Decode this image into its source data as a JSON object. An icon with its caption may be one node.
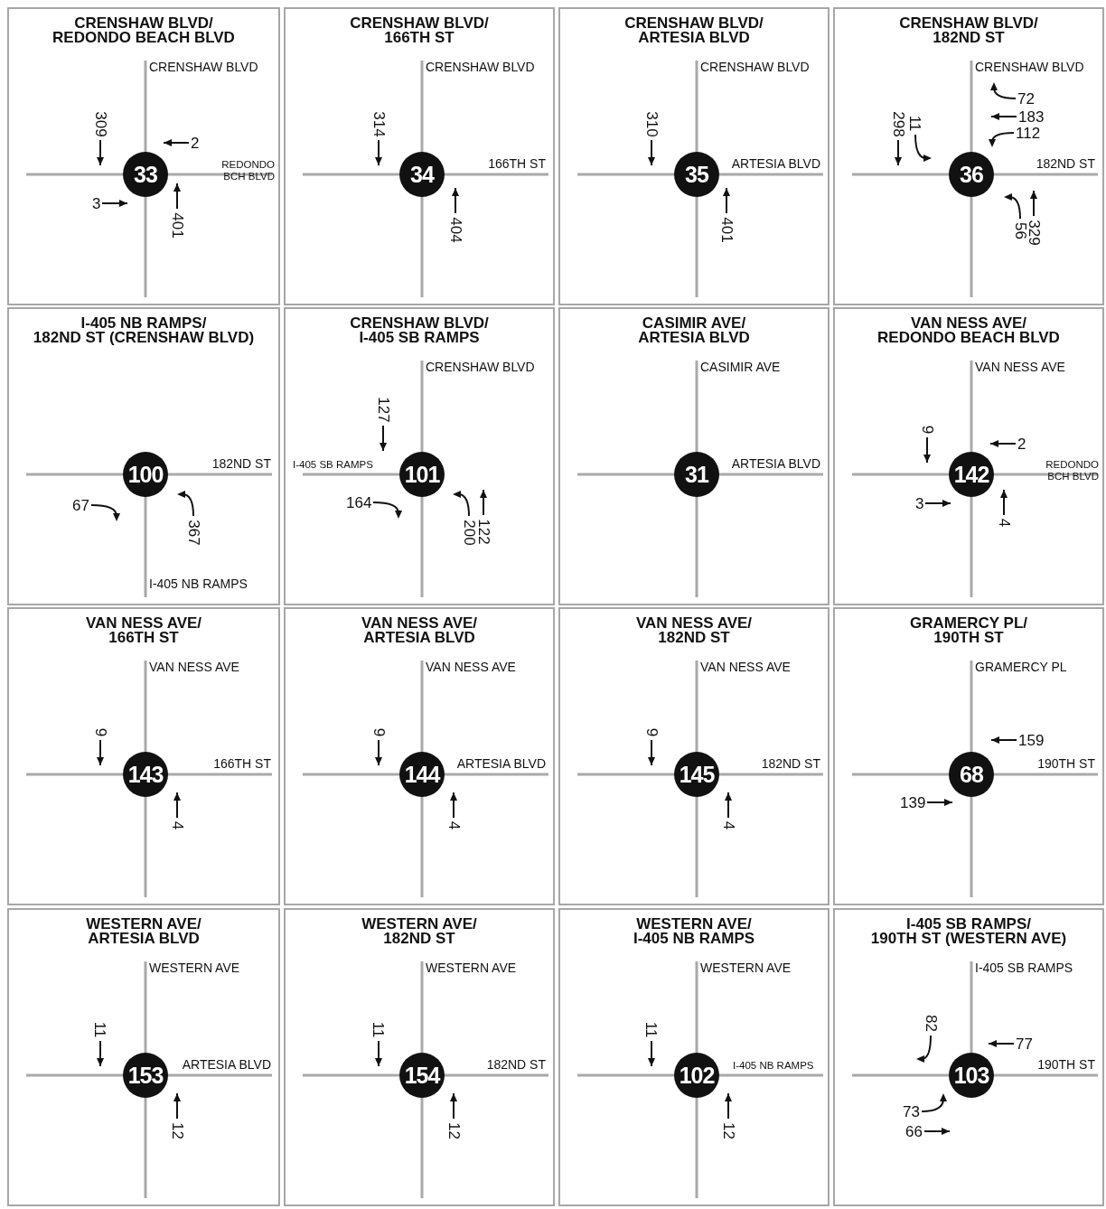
{
  "diagram": {
    "nodes": [
      {
        "text": [
          "CRENSHAW BLVD/ REDONDO BEACH BLVD",
          "CRENSHAW BLVD",
          "REDONDO BCH BLVD"
        ]
      },
      {
        "text": [
          "33"
        ],
        "in": 0,
        "beside": [
          "309",
          "2",
          "3",
          "401"
        ]
      },
      {
        "text": [
          "CRENSHAW BLVD/ 166TH ST",
          "CRENSHAW BLVD",
          "166TH ST"
        ]
      },
      {
        "text": [
          "34"
        ],
        "in": 2,
        "beside": [
          "314",
          "404"
        ]
      },
      {
        "text": [
          "CRENSHAW BLVD/ ARTESIA BLVD",
          "CRENSHAW BLVD",
          "ARTESIA BLVD"
        ]
      },
      {
        "text": [
          "35"
        ],
        "in": 4,
        "beside": [
          "310",
          "401"
        ]
      },
      {
        "text": [
          "CRENSHAW BLVD/ 182ND ST",
          "CRENSHAW BLVD",
          "182ND ST"
        ]
      },
      {
        "text": [
          "36"
        ],
        "in": 6,
        "beside": [
          "72",
          "183",
          "112",
          "298",
          "11",
          "56",
          "329"
        ]
      },
      {
        "text": [
          "I-405 NB RAMPS/ 182ND ST (CRENSHAW BLVD)",
          "182ND ST",
          "I-405 NB RAMPS"
        ]
      },
      {
        "text": [
          "100"
        ],
        "in": 8,
        "beside": [
          "67",
          "367"
        ]
      },
      {
        "text": [
          "CRENSHAW BLVD/ I-405 SB RAMPS",
          "CRENSHAW BLVD",
          "I-405 SB RAMPS"
        ]
      },
      {
        "text": [
          "101"
        ],
        "in": 10,
        "beside": [
          "127",
          "164",
          "200",
          "122"
        ]
      },
      {
        "text": [
          "CASIMIR AVE/ ARTESIA BLVD",
          "CASIMIR AVE",
          "ARTESIA BLVD"
        ]
      },
      {
        "text": [
          "31"
        ],
        "in": 12
      },
      {
        "text": [
          "VAN NESS AVE/ REDONDO BEACH BLVD",
          "VAN NESS AVE",
          "REDONDO BCH BLVD"
        ]
      },
      {
        "text": [
          "142"
        ],
        "in": 14,
        "beside": [
          "9",
          "2",
          "3",
          "4"
        ]
      },
      {
        "text": [
          "VAN NESS AVE/ 166TH ST",
          "VAN NESS AVE",
          "166TH ST"
        ]
      },
      {
        "text": [
          "143"
        ],
        "in": 16,
        "beside": [
          "9",
          "4"
        ]
      },
      {
        "text": [
          "VAN NESS AVE/ ARTESIA BLVD",
          "VAN NESS AVE",
          "ARTESIA BLVD"
        ]
      },
      {
        "text": [
          "144"
        ],
        "in": 18,
        "beside": [
          "9",
          "4"
        ]
      },
      {
        "text": [
          "VAN NESS AVE/ 182ND ST",
          "VAN NESS AVE",
          "182ND ST"
        ]
      },
      {
        "text": [
          "145"
        ],
        "in": 20,
        "beside": [
          "9",
          "4"
        ]
      },
      {
        "text": [
          "GRAMERCY PL/ 190TH ST",
          "GRAMERCY PL",
          "190TH ST"
        ]
      },
      {
        "text": [
          "68"
        ],
        "in": 22,
        "beside": [
          "159",
          "139"
        ]
      },
      {
        "text": [
          "WESTERN AVE/ ARTESIA BLVD",
          "WESTERN AVE",
          "ARTESIA BLVD"
        ]
      },
      {
        "text": [
          "153"
        ],
        "in": 24,
        "beside": [
          "11",
          "12"
        ]
      },
      {
        "text": [
          "WESTERN AVE/ 182ND ST",
          "WESTERN AVE",
          "182ND ST"
        ]
      },
      {
        "text": [
          "154"
        ],
        "in": 26,
        "beside": [
          "11",
          "12"
        ]
      },
      {
        "text": [
          "WESTERN AVE/ I-405 NB RAMPS",
          "WESTERN AVE",
          "I-405 NB RAMPS"
        ]
      },
      {
        "text": [
          "102"
        ],
        "in": 28,
        "beside": [
          "11",
          "12"
        ]
      },
      {
        "text": [
          "I-405 SB RAMPS/ 190TH ST (WESTERN AVE)",
          "I-405 SB RAMPS",
          "190TH ST"
        ]
      },
      {
        "text": [
          "103"
        ],
        "in": 30,
        "beside": [
          "82",
          "77",
          "73",
          "66"
        ]
      }
    ]
  }
}
